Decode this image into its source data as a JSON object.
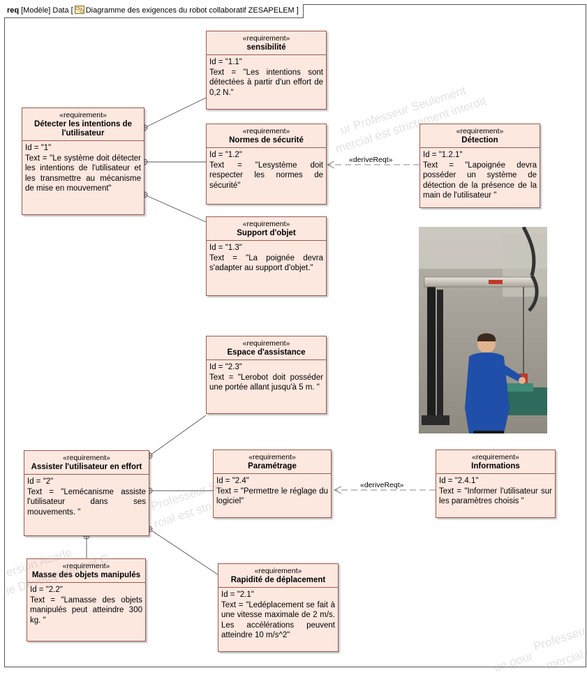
{
  "frame": {
    "kind": "req",
    "context": "[Modèle] Data [",
    "title": "Diagramme des exigences du robot collaboratif ZESAPELEM ]"
  },
  "requirements": {
    "r1": {
      "stereotype": "«requirement»",
      "name": "Détecter les intentions de l'utilisateur",
      "id": "Id = \"1\"",
      "text": "Text = \"Le système doit détecter les intentions de l'utilisateur et les transmettre au mécanisme de mise en mouvement\""
    },
    "r11": {
      "stereotype": "«requirement»",
      "name": "sensibilité",
      "id": "Id = \"1.1\"",
      "text": "Text = \"Les intentions sont détectées à partir d'un effort de 0,2 N.\""
    },
    "r12": {
      "stereotype": "«requirement»",
      "name": "Normes de sécurité",
      "id": "Id = \"1.2\"",
      "text": "Text = \"Lesystème doit respecter les normes de sécurité\""
    },
    "r121": {
      "stereotype": "«requirement»",
      "name": "Détection",
      "id": "Id = \"1.2.1\"",
      "text": "Text = \"Lapoignée devra posséder un système de détection de la présence de la main de l'utilisateur \""
    },
    "r13": {
      "stereotype": "«requirement»",
      "name": "Support d'objet",
      "id": "Id = \"1.3\"",
      "text": "Text = \"La poignée devra s'adapter au support d'objet.\""
    },
    "r23": {
      "stereotype": "«requirement»",
      "name": "Espace d'assistance",
      "id": "Id = \"2.3\"",
      "text": "Text = \"Lerobot doit posséder une portée allant jusqu'à 5 m. \""
    },
    "r2": {
      "stereotype": "«requirement»",
      "name": "Assister l'utilisateur en effort",
      "id": "Id = \"2\"",
      "text": "Text = \"Lemécanisme assiste l'utilisateur dans ses mouvements. \""
    },
    "r24": {
      "stereotype": "«requirement»",
      "name": "Paramétrage",
      "id": "Id = \"2.4\"",
      "text": "Text = \"Permettre le réglage du logiciel\""
    },
    "r241": {
      "stereotype": "«requirement»",
      "name": "Informations",
      "id": "Id = \"2.4.1\"",
      "text": "Text = \"Informer l'utilisateur sur les paramètres choisis \""
    },
    "r22": {
      "stereotype": "«requirement»",
      "name": "Masse des objets manipulés",
      "id": "Id = \"2.2\"",
      "text": "Text = \"Lamasse des objets manipulés peut atteindre 300 kg. \""
    },
    "r21": {
      "stereotype": "«requirement»",
      "name": "Rapidité de déplacement",
      "id": "Id = \"2.1\"",
      "text": "Text = \"Ledéplacement se fait à une vitesse maximale de 2 m/s. Les accélérations peuvent atteindre 10 m/s^2\""
    }
  },
  "relations": {
    "derive1": "«deriveReqt»",
    "derive2": "«deriveReqt»"
  },
  "watermarks": {
    "w1": "ur Professeur Seulement",
    "w2": "mercial est strictement interdit",
    "w3": "Professeur Se",
    "w4": "rcial est stri",
    "w5": "ersion Acade",
    "w6": "ie Développement C",
    "w7": "Professeu",
    "w8": "ue pour",
    "w9": "mercial est"
  },
  "colors": {
    "box_fill": "#fde8e0",
    "box_border": "#9a5a4a"
  }
}
